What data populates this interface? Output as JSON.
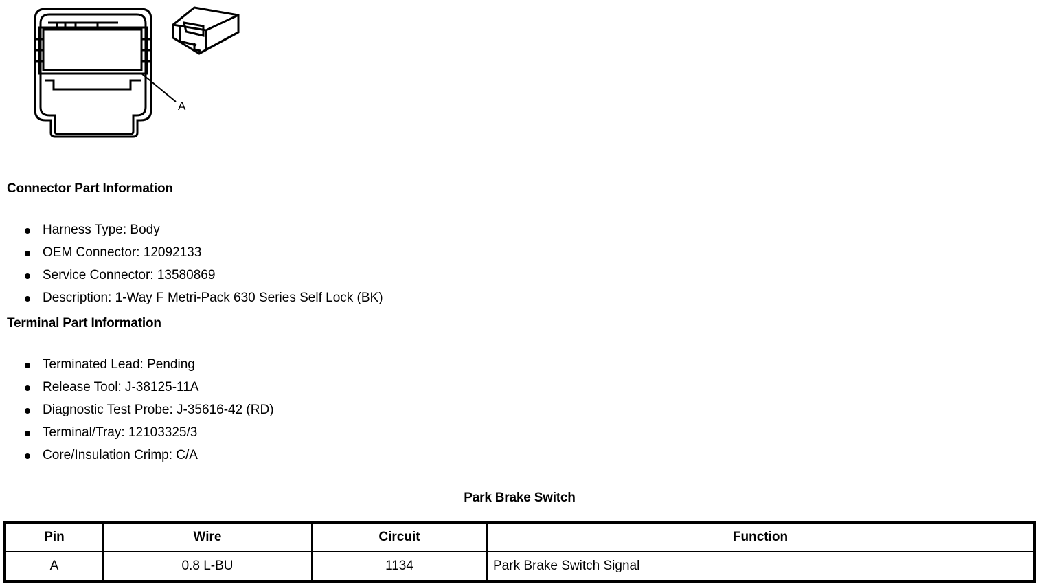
{
  "illustration": {
    "connector_view_name": "connector-front-view",
    "terminal_view_name": "terminal-isometric-view",
    "callout_label": "A"
  },
  "connector_section": {
    "heading": "Connector Part Information",
    "items": [
      "Harness Type: Body",
      "OEM Connector: 12092133",
      "Service Connector: 13580869",
      "Description: 1-Way F Metri-Pack 630 Series Self Lock (BK)"
    ]
  },
  "terminal_section": {
    "heading": "Terminal Part Information",
    "items": [
      "Terminated Lead: Pending",
      "Release Tool: J-38125-11A",
      "Diagnostic Test Probe: J-35616-42 (RD)",
      "Terminal/Tray: 12103325/3",
      "Core/Insulation Crimp: C/A"
    ]
  },
  "pin_table": {
    "title": "Park Brake Switch",
    "columns": [
      "Pin",
      "Wire",
      "Circuit",
      "Function"
    ],
    "rows": [
      {
        "pin": "A",
        "wire": "0.8 L-BU",
        "circuit": "1134",
        "function": "Park Brake Switch Signal"
      }
    ]
  },
  "colors": {
    "ink": "#000000",
    "paper": "#ffffff"
  }
}
